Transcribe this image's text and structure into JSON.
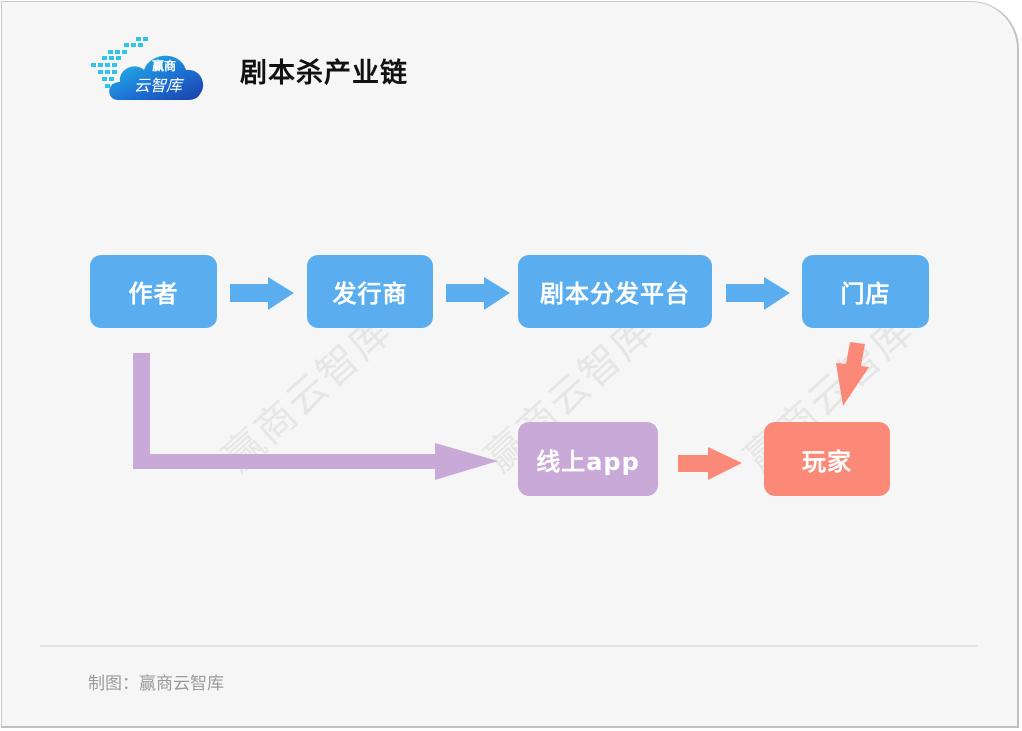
{
  "header": {
    "logo": {
      "line1": "赢商",
      "line2": "云智库"
    },
    "title": "剧本杀产业链"
  },
  "diagram": {
    "nodes": {
      "author": "作者",
      "publisher": "发行商",
      "platform": "剧本分发平台",
      "store": "门店",
      "online_app": "线上app",
      "player": "玩家"
    },
    "edges": [
      {
        "from": "作者",
        "to": "发行商"
      },
      {
        "from": "发行商",
        "to": "剧本分发平台"
      },
      {
        "from": "剧本分发平台",
        "to": "门店"
      },
      {
        "from": "门店",
        "to": "玩家"
      },
      {
        "from": "作者",
        "to": "线上app"
      },
      {
        "from": "线上app",
        "to": "玩家"
      }
    ],
    "colors": {
      "primary_nodes": "#5aaeef",
      "online_node": "#c8a9d8",
      "player_node": "#fb8978"
    }
  },
  "watermark": "赢商云智库",
  "footer": {
    "source": "制图：赢商云智库"
  }
}
